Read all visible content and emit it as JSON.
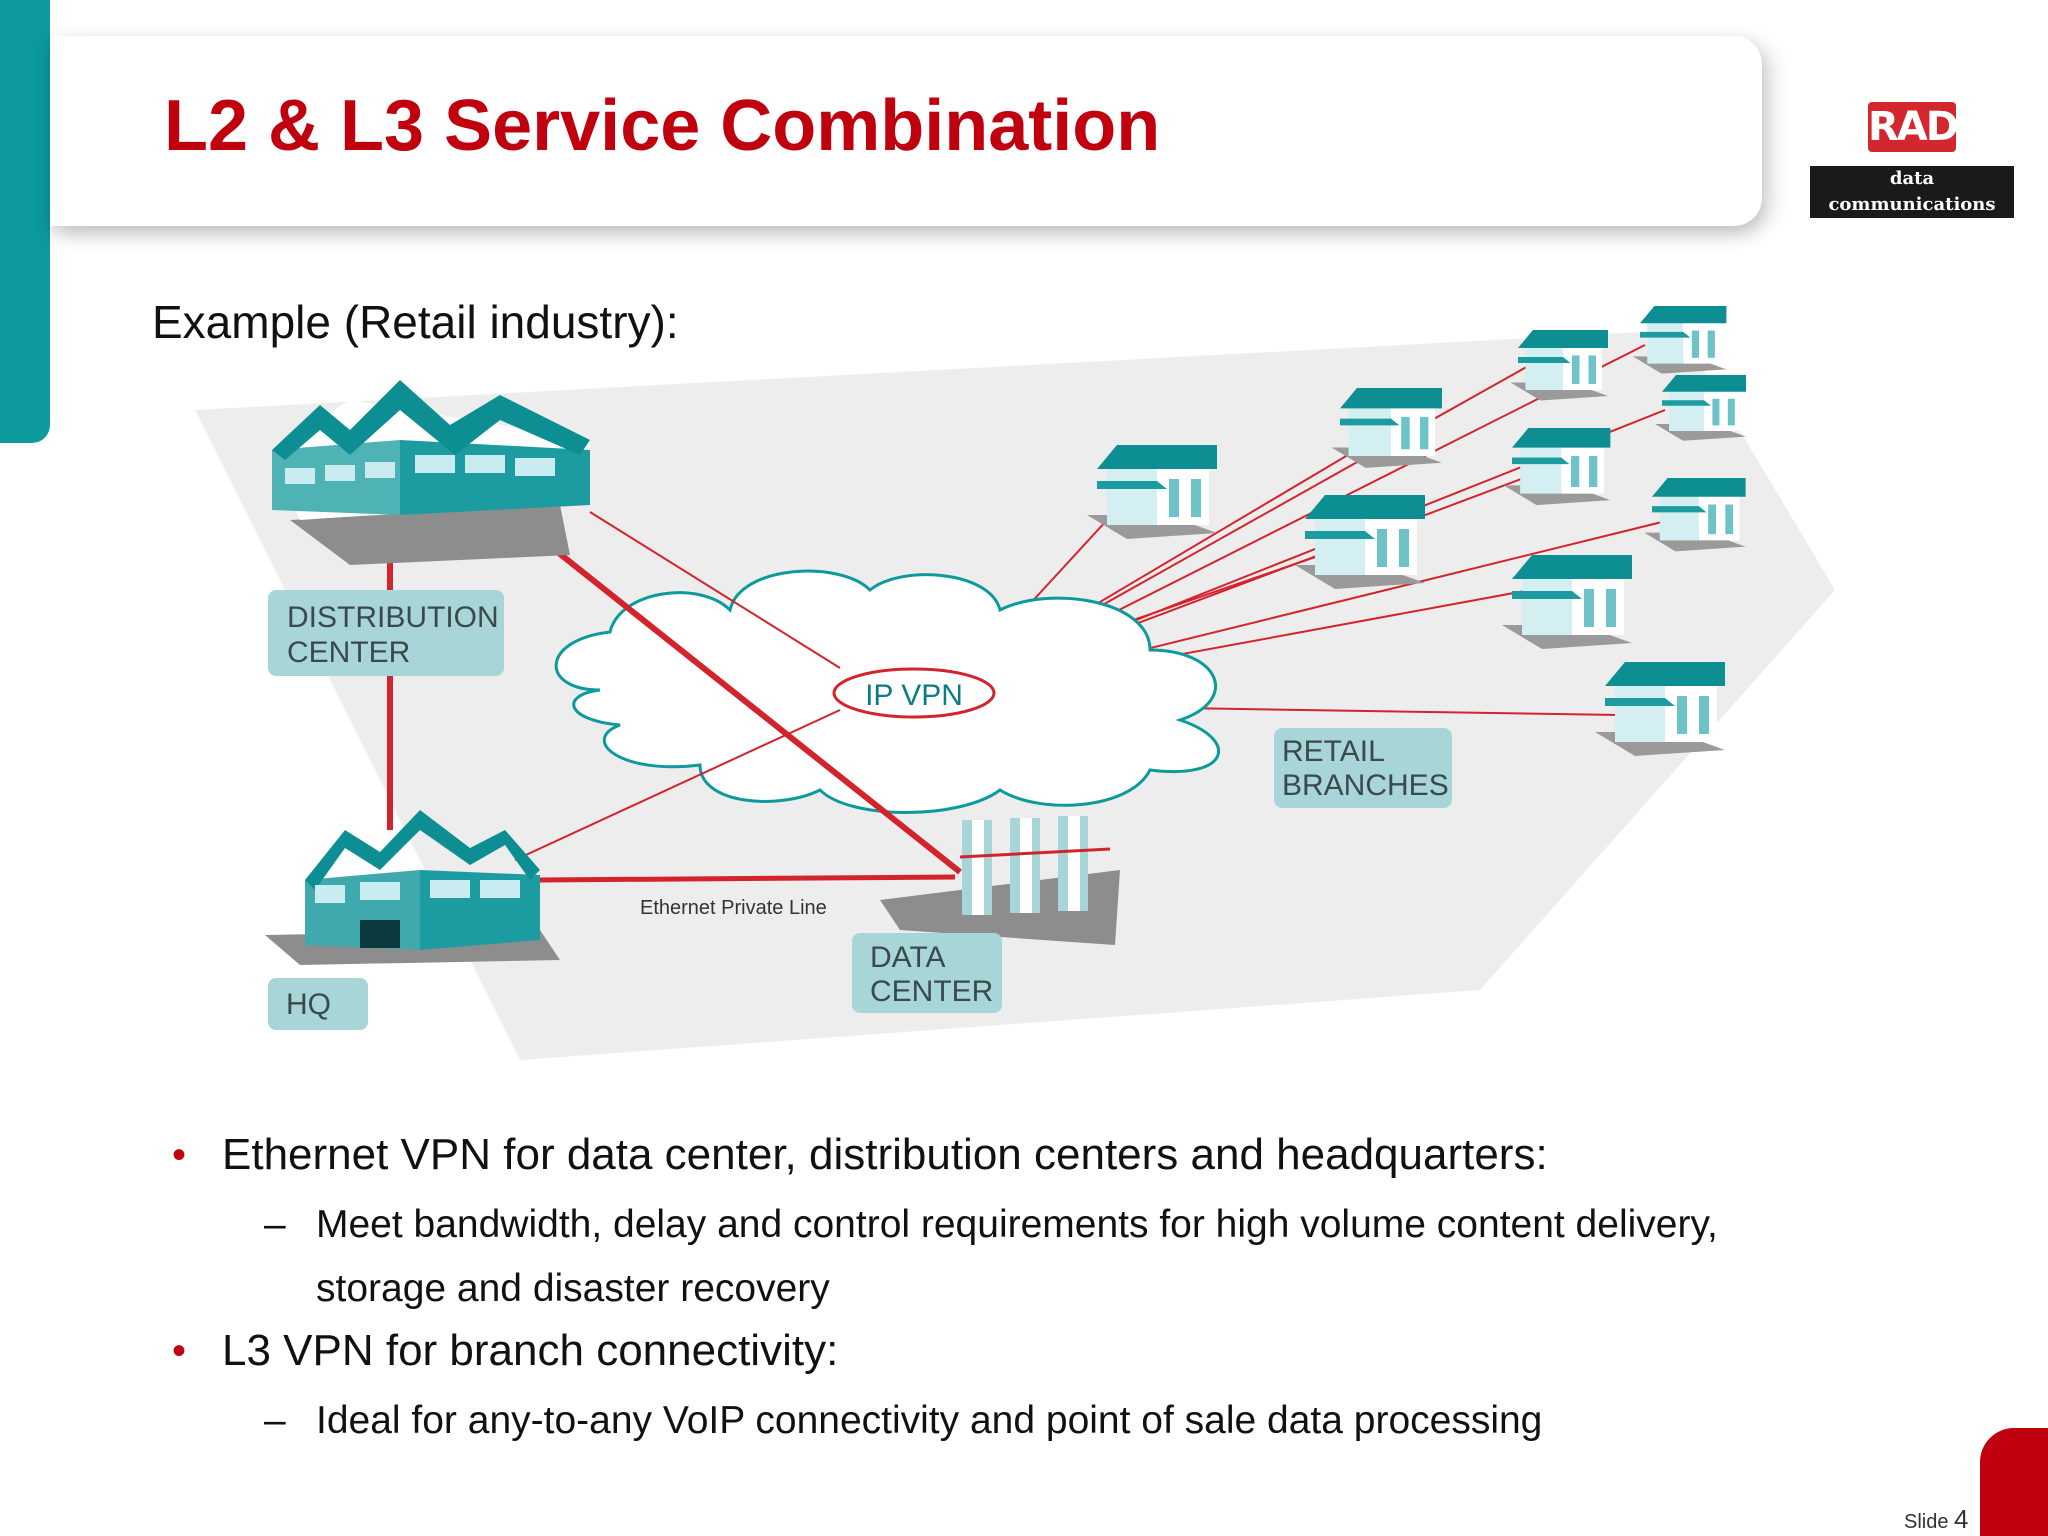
{
  "slide": {
    "title": "L2 & L3 Service Combination",
    "example_label": "Example (Retail industry):",
    "logo": {
      "mark": "RAD",
      "subtitle": "data communications"
    },
    "number_prefix": "Slide",
    "number": "4"
  },
  "diagram": {
    "nodes": {
      "distribution_center": [
        "DISTRIBUTION",
        "CENTER"
      ],
      "hq": "HQ",
      "data_center": [
        "DATA",
        "CENTER"
      ],
      "retail_branches": [
        "RETAIL",
        "BRANCHES"
      ],
      "ip_vpn": "IP VPN"
    },
    "link_label": "Ethernet Private Line"
  },
  "bullets": [
    {
      "text": "Ethernet VPN for data center, distribution centers and headquarters:",
      "sub": [
        "Meet bandwidth, delay and control requirements for high volume content delivery, storage and disaster recovery"
      ]
    },
    {
      "text": "L3 VPN for branch connectivity:",
      "sub": [
        "Ideal for any-to-any VoIP connectivity and point of sale data processing"
      ]
    }
  ],
  "colors": {
    "title": "#c0000e",
    "accent": "#0c9a9c",
    "link": "#d3232c",
    "label_box": "#a8d6d8"
  }
}
